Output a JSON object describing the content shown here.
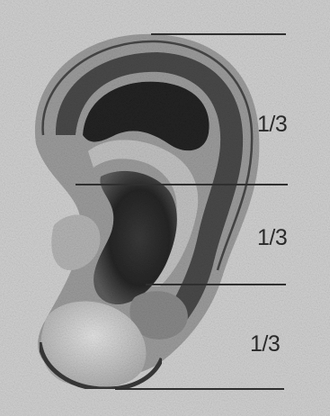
{
  "image": {
    "subject": "ear-proportion-illustration",
    "colors": {
      "background": "#d6d6d6",
      "ear_shadow": "#262626",
      "ear_mid": "#6b6b6b",
      "ear_light": "#bdbdbd",
      "guide_line": "#2f2f2f"
    }
  },
  "labels": {
    "top_third": "1/3",
    "middle_third": "1/3",
    "bottom_third": "1/3"
  }
}
